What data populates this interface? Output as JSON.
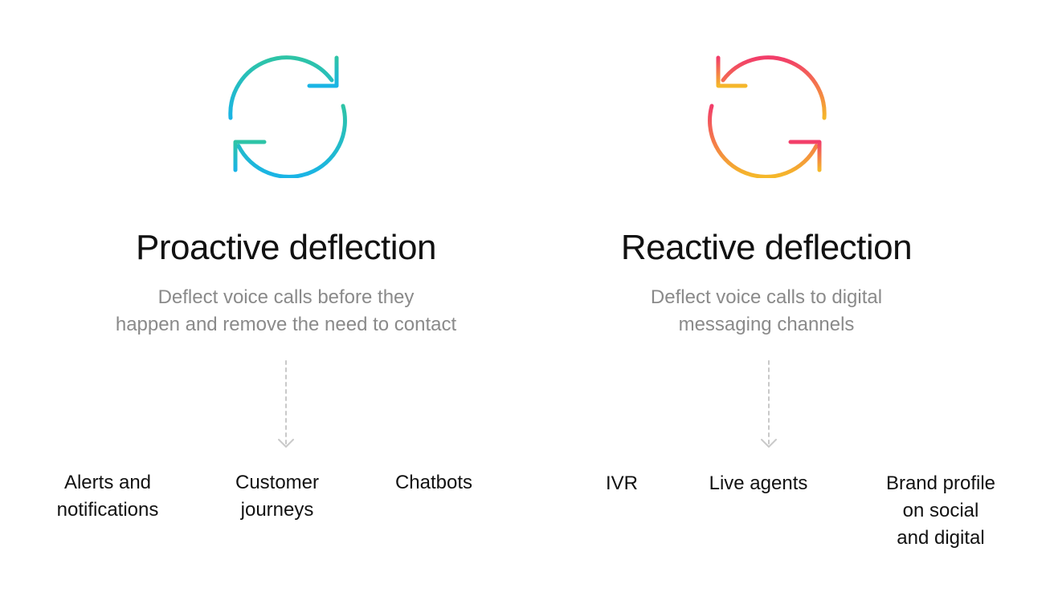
{
  "colors": {
    "proactive_gradient": [
      "#2ec4a6",
      "#1ab4e6"
    ],
    "reactive_gradient": [
      "#f23d6a",
      "#f5b82a"
    ],
    "title": "#111111",
    "subtitle": "#8a8a8a",
    "arrow": "#c9c9c9"
  },
  "proactive": {
    "icon": "refresh-cycle-icon",
    "title": "Proactive deflection",
    "subtitle_lines": [
      "Deflect voice calls before they",
      "happen and remove the need to contact"
    ],
    "items": [
      {
        "lines": [
          "Alerts and",
          "notifications"
        ]
      },
      {
        "lines": [
          "Customer",
          "journeys"
        ]
      },
      {
        "lines": [
          "Chatbots"
        ]
      }
    ]
  },
  "reactive": {
    "icon": "refresh-cycle-icon",
    "title": "Reactive deflection",
    "subtitle_lines": [
      "Deflect voice calls to digital",
      "messaging channels"
    ],
    "items": [
      {
        "lines": [
          "IVR"
        ]
      },
      {
        "lines": [
          "Live agents"
        ]
      },
      {
        "lines": [
          "Brand profile",
          "on social",
          "and digital"
        ]
      }
    ]
  }
}
